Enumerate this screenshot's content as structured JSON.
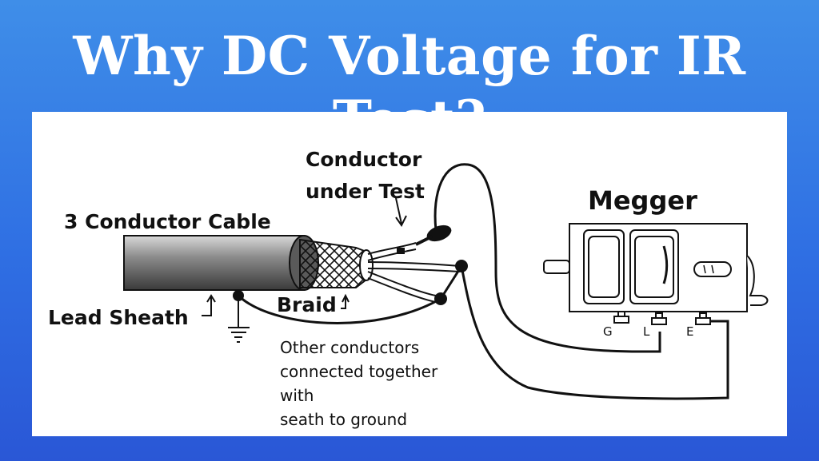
{
  "title": "Why DC Voltage for IR Test?",
  "diagram": {
    "labels": {
      "cable": "3 Conductor Cable",
      "conductor_line1": "Conductor",
      "conductor_line2": "under Test",
      "megger": "Megger",
      "lead_sheath": "Lead Sheath",
      "braid": "Braid",
      "note_line1": "Other conductors",
      "note_line2": "connected together",
      "note_line3": "with",
      "note_line4": "seath to ground",
      "terminal_g": "G",
      "terminal_l": "L",
      "terminal_e": "E"
    }
  }
}
